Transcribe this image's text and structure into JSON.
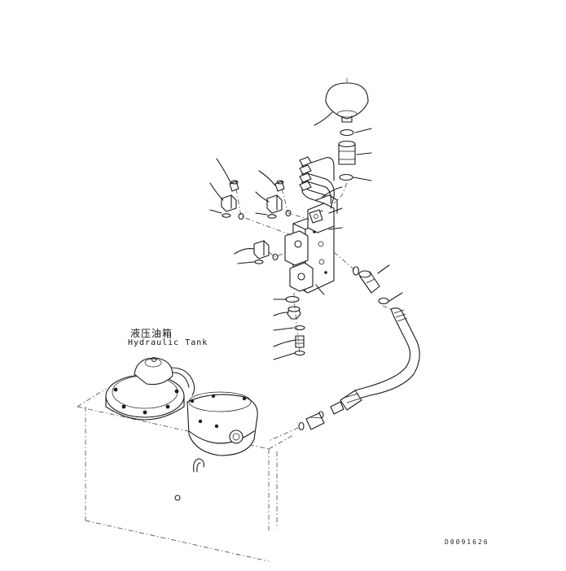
{
  "labels": {
    "tank_cn": "液压油箱",
    "tank_en": "Hydraulic Tank",
    "drawing_id": "D0091626"
  }
}
